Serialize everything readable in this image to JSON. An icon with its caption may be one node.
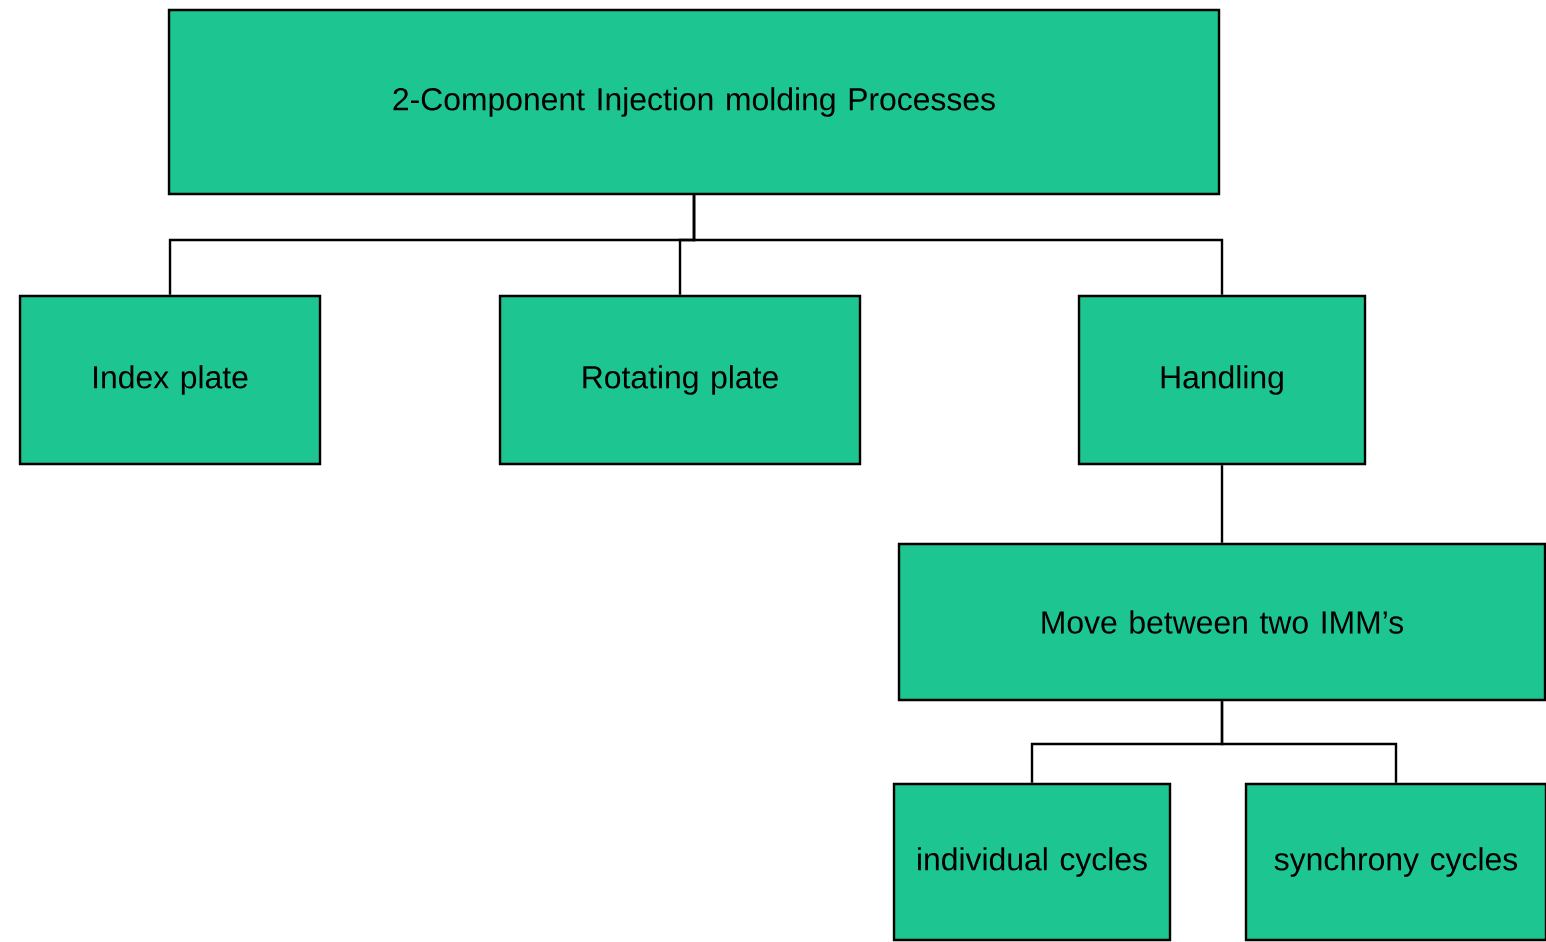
{
  "diagram": {
    "nodes": [
      {
        "text": [
          "2-Component Injection molding Processes"
        ]
      },
      {
        "text": [
          "Index plate"
        ]
      },
      {
        "text": [
          "Rotating plate"
        ]
      },
      {
        "text": [
          "Handling"
        ]
      },
      {
        "text": [
          "Move between two IMM’s"
        ]
      },
      {
        "text": [
          "individual cycles"
        ]
      },
      {
        "text": [
          "synchrony cycles"
        ]
      }
    ],
    "edges": [
      {
        "from": 0,
        "to": 1,
        "arrow": "none"
      },
      {
        "from": 0,
        "to": 2,
        "arrow": "none"
      },
      {
        "from": 0,
        "to": 3,
        "arrow": "none"
      },
      {
        "from": 3,
        "to": 4,
        "arrow": "none"
      },
      {
        "from": 4,
        "to": 5,
        "arrow": "none"
      },
      {
        "from": 4,
        "to": 6,
        "arrow": "none"
      }
    ]
  }
}
